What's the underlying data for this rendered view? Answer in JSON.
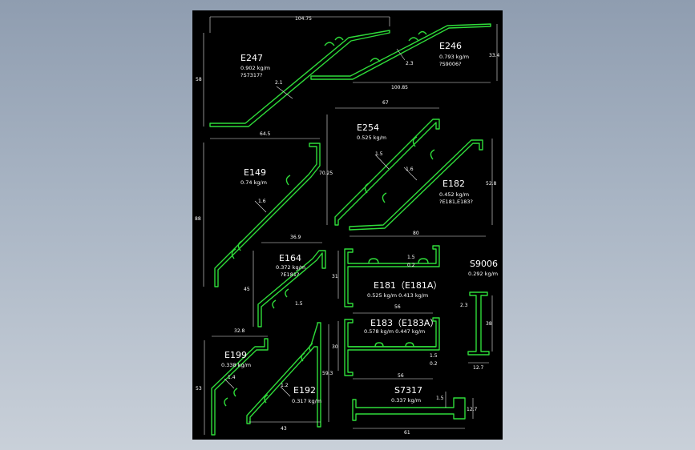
{
  "profiles": [
    {
      "code": "E247",
      "lines": [
        "0.902 kg/m",
        "?S7317?"
      ],
      "dims": [
        "104.75",
        "58",
        "2.1"
      ]
    },
    {
      "code": "E246",
      "lines": [
        "0.793 kg/m",
        "?S9006?"
      ],
      "dims": [
        "33.4",
        "100.85",
        "2.3"
      ]
    },
    {
      "code": "E254",
      "lines": [
        "0.525 kg/m"
      ],
      "dims": [
        "67",
        "70.25",
        "1.5"
      ]
    },
    {
      "code": "E149",
      "lines": [
        "0.74 kg/m"
      ],
      "dims": [
        "64.5",
        "88",
        "1.6"
      ]
    },
    {
      "code": "E182",
      "lines": [
        "0.452 kg/m",
        "?E181,E183?"
      ],
      "dims": [
        "52.8",
        "80",
        "1.6"
      ]
    },
    {
      "code": "E164",
      "lines": [
        "0.372 kg/m",
        "?E181?"
      ],
      "dims": [
        "36.9",
        "45",
        "1.5"
      ]
    },
    {
      "code": "E181（E181A）",
      "lines": [
        "0.525 kg/m  0.413 kg/m"
      ],
      "dims": [
        "1.5",
        "0.2",
        "31",
        "56"
      ]
    },
    {
      "code": "S9006",
      "lines": [
        "0.292 kg/m"
      ],
      "dims": [
        "2.3",
        "38",
        "12.7"
      ]
    },
    {
      "code": "E183（E183A）",
      "lines": [
        "0.578 kg/m  0.447 kg/m"
      ],
      "dims": [
        "30",
        "1.5",
        "0.2",
        "56"
      ]
    },
    {
      "code": "E199",
      "lines": [
        "0.338 kg/m"
      ],
      "dims": [
        "32.8",
        "53",
        "1.4"
      ]
    },
    {
      "code": "E192",
      "lines": [
        "0.317 kg/m"
      ],
      "dims": [
        "1.2",
        "59.3",
        "43"
      ]
    },
    {
      "code": "S7317",
      "lines": [
        "0.337 kg/m"
      ],
      "dims": [
        "1.5",
        "12.7",
        "61"
      ]
    }
  ]
}
